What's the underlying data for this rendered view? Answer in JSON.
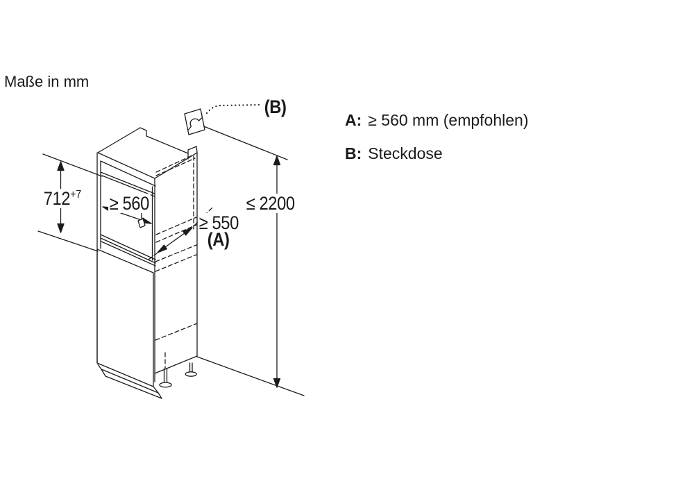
{
  "title": "Maße in mm",
  "dimensions": {
    "niche_height_value": "712",
    "niche_height_tolerance": "+7",
    "niche_width": "≥ 560",
    "recess_depth": "≥ 550",
    "recess_depth_ref": "(A)",
    "max_height": "≤ 2200",
    "socket_ref": "(B)"
  },
  "legend": {
    "items": [
      {
        "key": "A:",
        "text": "≥ 560 mm (empfohlen)"
      },
      {
        "key": "B:",
        "text": "Steckdose"
      }
    ]
  },
  "drawing": {
    "stroke_color": "#1c1c1c",
    "background": "#ffffff",
    "socket_icon": "power-socket-icon"
  }
}
